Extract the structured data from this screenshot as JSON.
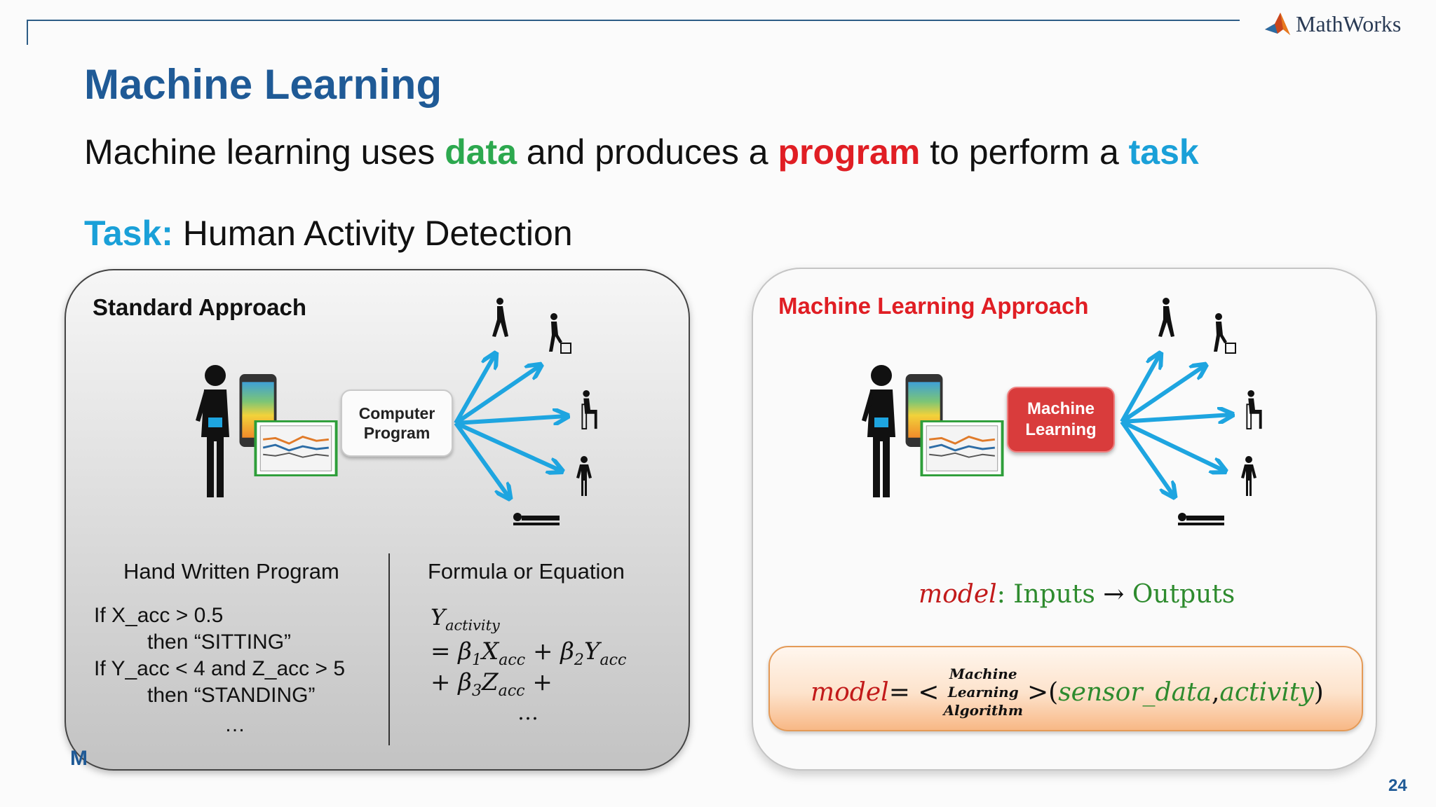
{
  "header": {
    "logo_text": "MathWorks",
    "logo_icon": "mathworks-membrane-icon"
  },
  "slide": {
    "title": "Machine Learning",
    "subtitle": {
      "part1": "Machine learning uses ",
      "data_word": "data",
      "part2": " and produces a ",
      "program_word": "program",
      "part3": " to perform a ",
      "task_word": "task"
    },
    "task_label": "Task:",
    "task_text": " Human Activity Detection",
    "page_number": "24",
    "footer_fragment": "M"
  },
  "standard_panel": {
    "title": "Standard Approach",
    "box_line1": "Computer",
    "box_line2": "Program",
    "col1_header": "Hand Written Program",
    "code_lines": [
      "If X_acc > 0.5",
      "then “SITTING”",
      "If Y_acc < 4 and Z_acc > 5",
      "then “STANDING”",
      "…"
    ],
    "col2_header": "Formula or Equation",
    "eq_y": "Y",
    "eq_y_sub": "activity",
    "eq_eq": "= β",
    "eq_b1_sub": "1",
    "eq_x": "X",
    "eq_x_sub": "acc",
    "eq_plus1": " + β",
    "eq_b2_sub": "2",
    "eq_y2": "Y",
    "eq_y2_sub": "acc",
    "eq_plus2": "+ β",
    "eq_b3_sub": "3",
    "eq_z": "Z",
    "eq_z_sub": "acc",
    "eq_plus3": " +",
    "eq_dots": "…"
  },
  "ml_panel": {
    "title": "Machine Learning Approach",
    "box_line1": "Machine",
    "box_line2": "Learning",
    "model_word": "model",
    "colon": ": ",
    "inputs": "Inputs",
    "arrow": " → ",
    "outputs": "Outputs",
    "eq_model": "model",
    "eq_equals": " = <",
    "alg_line1": "Machine",
    "alg_line2": "Learning",
    "alg_line3": "Algorithm",
    "eq_gt": ">(",
    "eq_sensor": "sensor_data",
    "eq_comma": ", ",
    "eq_activity": "activity",
    "eq_close": ")"
  },
  "colors": {
    "title_blue": "#1f5a96",
    "data_green": "#2ca84e",
    "program_red": "#e01e24",
    "task_cyan": "#1aa0d8",
    "arrow_blue": "#1ea5e0"
  },
  "icons": [
    "walking-person-icon",
    "climbing-stairs-icon",
    "sitting-person-icon",
    "standing-person-icon",
    "lying-person-icon",
    "person-with-sensor-icon",
    "smartphone-icon",
    "chart-monitor-icon"
  ]
}
